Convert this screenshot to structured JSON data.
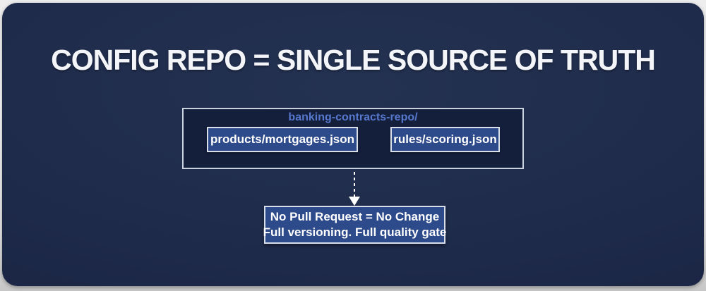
{
  "title": "CONFIG REPO = SINGLE SOURCE OF TRUTH",
  "repo": {
    "label": "banking-contracts-repo/",
    "files": [
      {
        "name": "products/mortgages.json"
      },
      {
        "name": "rules/scoring.json"
      }
    ]
  },
  "note": {
    "line1": "No Pull Request = No Change",
    "line2": "Full versioning. Full quality gate"
  },
  "colors": {
    "card_background": "#1e2a4a",
    "repo_box_fill": "#141f3c",
    "file_box_fill": "#2d4a8a",
    "box_border": "#d9dfe9",
    "repo_label_text": "#5677cc",
    "title_text": "#f3f5f9",
    "connector": "#ffffff"
  }
}
